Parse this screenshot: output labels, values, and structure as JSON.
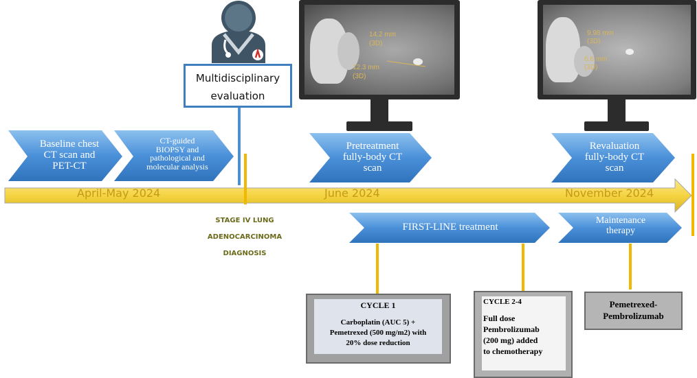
{
  "eval_box": {
    "label_line1": "Multidisciplinary",
    "label_line2": "evaluation"
  },
  "timeline": {
    "dates": [
      "April-May 2024",
      "June 2024",
      "November 2024"
    ]
  },
  "chevrons": {
    "baseline": [
      "Baseline chest",
      "CT scan and",
      "PET-CT"
    ],
    "biopsy": [
      "CT-guided",
      "BIOPSY and",
      "pathological and",
      "molecular analysis"
    ],
    "pretreatment": [
      "Pretreatment",
      "fully-body CT",
      "scan"
    ],
    "revaluation": [
      "Revaluation",
      "fully-body CT",
      "scan"
    ],
    "first_line": "FIRST-LINE treatment",
    "maintenance": [
      "Maintenance",
      "therapy"
    ]
  },
  "diagnosis": [
    "STAGE IV LUNG",
    "ADENOCARCINOMA",
    "DIAGNOSIS"
  ],
  "ct_left": {
    "meas1": "14.2 mm",
    "meas1_sub": "(3D)",
    "meas2": "12.3 mm",
    "meas2_sub": "(3D)"
  },
  "ct_right": {
    "meas1": "9.98 mm",
    "meas1_sub": "(3D)",
    "meas2": "6.6 mm",
    "meas2_sub": "(3D)"
  },
  "boxes": {
    "cycle1": {
      "title": "CYCLE 1",
      "text": [
        "Carboplatin (AUC 5) +",
        "Pemetrexed (500 mg/m2) with",
        "20% dose reduction"
      ]
    },
    "cycle24": {
      "title": "CYCLE 2-4",
      "text": [
        "Full dose",
        "Pembrolizumab",
        "(200 mg) added",
        "to chemotherapy"
      ]
    },
    "maint": {
      "text": [
        "Pemetrexed-",
        "Pembrolizumab"
      ]
    }
  },
  "colors": {
    "chevron": "#4a90d9",
    "timeline": "#f5d442",
    "accent": "#f0b800",
    "eval_border": "#3f7fc0"
  }
}
